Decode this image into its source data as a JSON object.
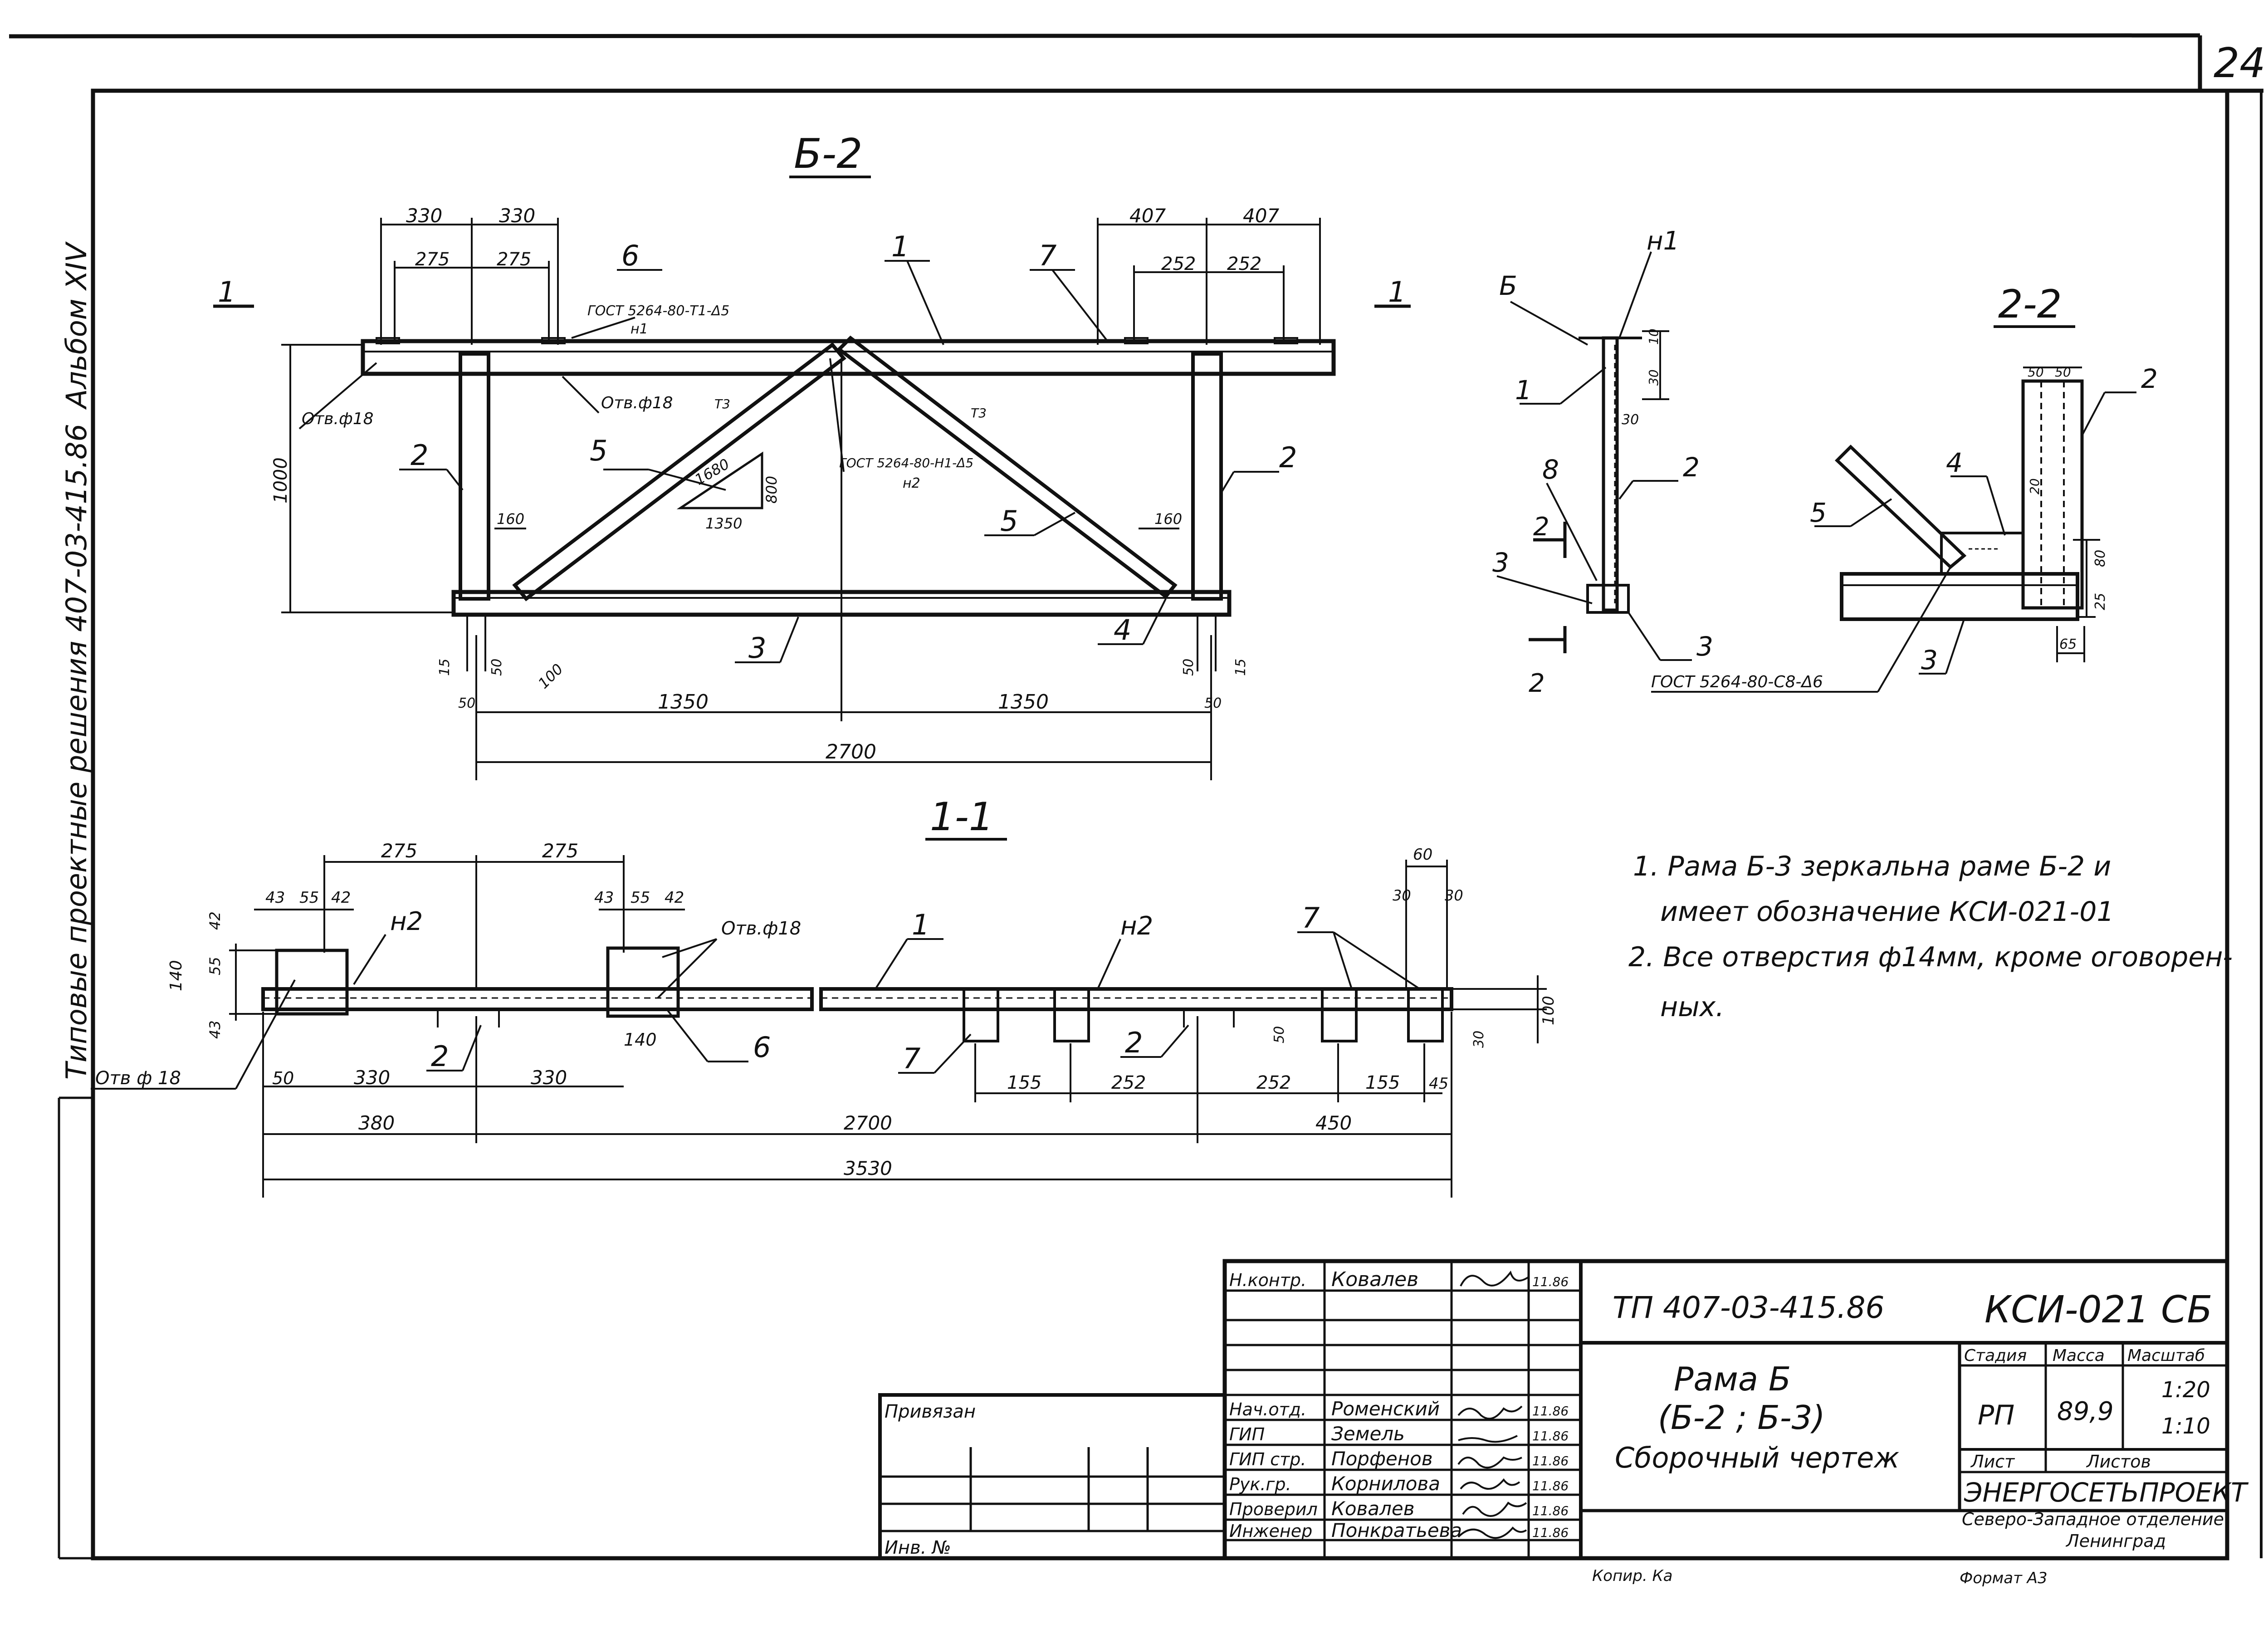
{
  "sheet": {
    "number": "24",
    "side_album": "Альбом XIV",
    "side_series": "Типовые проектные решения 407-03-415.86"
  },
  "views": {
    "b2_title": "Б-2",
    "s11_title": "1-1",
    "s22_title": "2-2",
    "mark_1": "1",
    "mark_11": "1"
  },
  "b2": {
    "dims_top": [
      "330",
      "330",
      "275",
      "275",
      "407",
      "407",
      "252",
      "252"
    ],
    "dims_bottom": [
      "1350",
      "1350",
      "2700"
    ],
    "dim_height": "1000",
    "dims_small": [
      "160",
      "160",
      "15",
      "50",
      "50",
      "50",
      "50",
      "15",
      "100"
    ],
    "triangle": [
      "1680",
      "1350",
      "800"
    ],
    "holes": [
      "Отв.ф18",
      "Отв.ф18"
    ],
    "gost1": "ГОСТ 5264-80-Т1-Δ5",
    "gost1b": "н1",
    "gost2": "ГОСТ 5264-80-Н1-Δ5",
    "gost2b": "н2",
    "weld_a": "Т3",
    "weld_b": "Т3",
    "callouts": [
      "6",
      "1",
      "7",
      "2",
      "2",
      "5",
      "5",
      "3",
      "4"
    ]
  },
  "s22": {
    "callouts": [
      "Б",
      "н1",
      "1",
      "8",
      "2",
      "3",
      "3",
      "2",
      "4",
      "5",
      "3"
    ],
    "mark_2": "2",
    "mark_2b": "2",
    "dims": [
      "10",
      "30",
      "30",
      "50",
      "50",
      "20",
      "80",
      "25",
      "65"
    ],
    "gost": "ГОСТ 5264-80-С8-Δ6"
  },
  "s11": {
    "dims_top": [
      "275",
      "275",
      "43",
      "55",
      "42",
      "43",
      "55",
      "42",
      "60",
      "30",
      "30"
    ],
    "dims_left": [
      "42",
      "55",
      "140",
      "43"
    ],
    "dims_bottom": [
      "50",
      "330",
      "330",
      "140",
      "155",
      "252",
      "252",
      "155",
      "45"
    ],
    "dims_total": [
      "380",
      "2700",
      "450",
      "3530"
    ],
    "dims_right": [
      "100",
      "30",
      "50"
    ],
    "holes": [
      "Отв.ф18",
      "Отв ф 18"
    ],
    "callouts": [
      "н2",
      "1",
      "н2",
      "7",
      "6",
      "7",
      "2",
      "2"
    ]
  },
  "notes": [
    "1. Рама Б-3 зеркальна раме Б-2 и",
    "имеет обозначение КСИ-021-01",
    "2. Все отверстия ф14мм, кроме оговорен-",
    "ных."
  ],
  "title_block": {
    "project": "ТП 407-03-415.86",
    "code": "КСИ-021 СБ",
    "name_1": "Рама Б",
    "name_2": "(Б-2 ; Б-3)",
    "name_3": "Сборочный чертеж",
    "stage_label": "Стадия",
    "mass_label": "Масса",
    "scale_label": "Масштаб",
    "stage": "РП",
    "mass": "89,9",
    "scale_1": "1:20",
    "scale_2": "1:10",
    "sheet_label": "Лист",
    "sheets_label": "Листов",
    "org_1": "ЭНЕРГОСЕТЬПРОЕКТ",
    "org_2": "Северо-Западное отделение",
    "org_3": "Ленинград",
    "tie_label": "Привязан",
    "inv_label": "Инв. №",
    "copied": "Копир. Ка",
    "format": "Формат А3",
    "staff": [
      {
        "role": "Н.контр.",
        "name": "Ковалев",
        "date": "11.86"
      },
      {
        "role": "Нач.отд.",
        "name": "Роменский",
        "date": "11.86"
      },
      {
        "role": "ГИП",
        "name": "Земель",
        "date": "11.86"
      },
      {
        "role": "ГИП стр.",
        "name": "Порфенов",
        "date": "11.86"
      },
      {
        "role": "Рук.гр.",
        "name": "Корнилова",
        "date": "11.86"
      },
      {
        "role": "Проверил",
        "name": "Ковалев",
        "date": "11.86"
      },
      {
        "role": "Инженер",
        "name": "Понкратьева",
        "date": "11.86"
      }
    ]
  }
}
